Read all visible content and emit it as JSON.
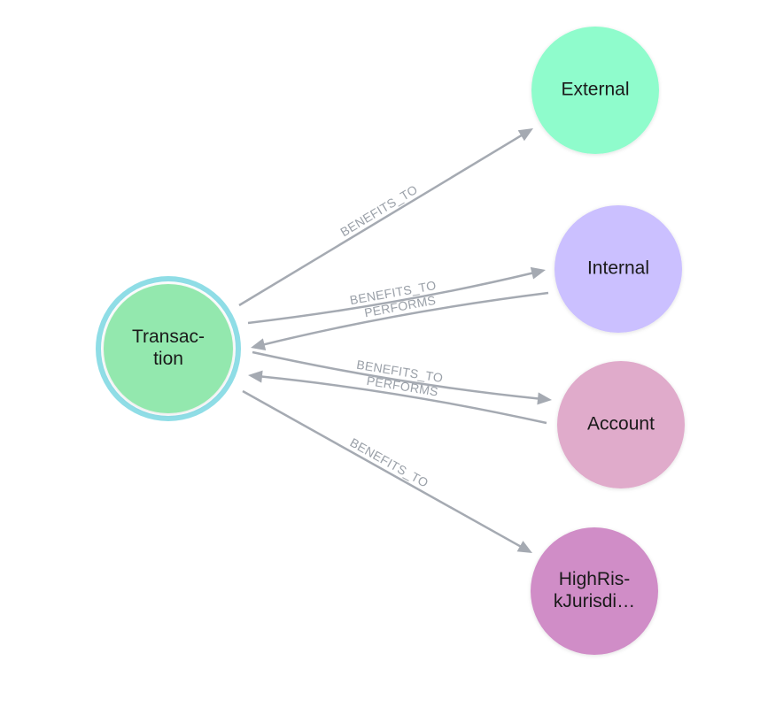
{
  "colors": {
    "edge": "#a5aab2",
    "edge_label": "#9aa0a8",
    "selection_ring": "#8fdde6"
  },
  "nodes": [
    {
      "id": "transaction",
      "label_lines": [
        "Transac-",
        "tion"
      ],
      "color": "#93e8ae",
      "selected": true
    },
    {
      "id": "external",
      "label_lines": [
        "External"
      ],
      "color": "#8ffccc",
      "selected": false
    },
    {
      "id": "internal",
      "label_lines": [
        "Internal"
      ],
      "color": "#cbc0ff",
      "selected": false
    },
    {
      "id": "account",
      "label_lines": [
        "Account"
      ],
      "color": "#e0abcb",
      "selected": false
    },
    {
      "id": "highrisk",
      "label_lines": [
        "HighRis-",
        "kJurisdi…"
      ],
      "color": "#d08dc7",
      "selected": false
    }
  ],
  "edges": [
    {
      "id": "e1",
      "label": "BENEFITS_TO",
      "source": "transaction",
      "target": "external"
    },
    {
      "id": "e2",
      "label": "BENEFITS_TO",
      "source": "transaction",
      "target": "internal"
    },
    {
      "id": "e3",
      "label": "PERFORMS",
      "source": "internal",
      "target": "transaction"
    },
    {
      "id": "e4",
      "label": "BENEFITS_TO",
      "source": "transaction",
      "target": "account"
    },
    {
      "id": "e5",
      "label": "PERFORMS",
      "source": "account",
      "target": "transaction"
    },
    {
      "id": "e6",
      "label": "BENEFITS_TO",
      "source": "transaction",
      "target": "highrisk"
    }
  ]
}
